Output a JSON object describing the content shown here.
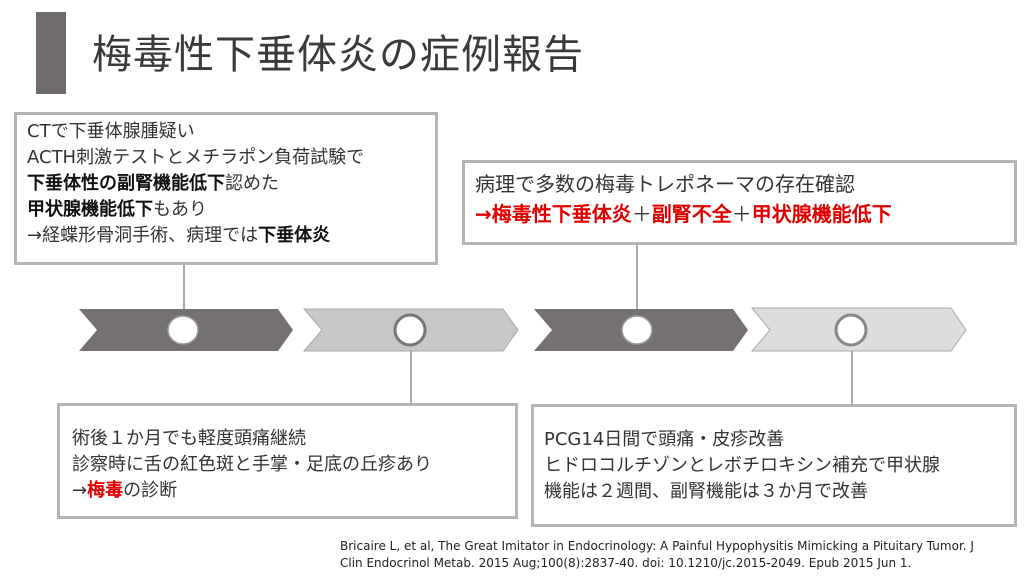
{
  "title": "梅毒性下垂体炎の症例報告",
  "box1": {
    "l1": "CTで下垂体腺腫疑い",
    "l2": "ACTH刺激テストとメチラポン負荷試験で",
    "l3b": "下垂体性の副腎機能低下",
    "l3": "認めた",
    "l4b": "甲状腺機能低下",
    "l4": "もあり",
    "l5": "→経蝶形骨洞手術、病理では",
    "l5b": "下垂体炎"
  },
  "box2": {
    "l1": "病理で多数の梅毒トレポネーマの存在確認",
    "r1": "→梅毒性下垂体炎",
    "p1": "＋",
    "r2": "副腎不全",
    "p2": "＋",
    "r3": "甲状腺機能低下"
  },
  "box3": {
    "l1": "術後１か月でも軽度頭痛継続",
    "l2": "診察時に舌の紅色斑と手掌・足底の丘疹あり",
    "l3a": "→",
    "l3r": "梅毒",
    "l3": "の診断"
  },
  "box4": {
    "l1": "PCG14日間で頭痛・皮疹改善",
    "l2": "ヒドロコルチゾンとレボチロキシン補充で甲状腺",
    "l3": "機能は２週間、副腎機能は３か月で改善"
  },
  "citation": {
    "l1": "Bricaire L, et al, The Great Imitator in Endocrinology: A Painful Hypophysitis Mimicking a Pituitary Tumor. J",
    "l2": "Clin Endocrinol Metab. 2015 Aug;100(8):2837-40. doi: 10.1210/jc.2015-2049. Epub 2015 Jun 1."
  },
  "colors": {
    "dark": "#747170",
    "mid": "#c8c7c7",
    "light": "#dedddd",
    "red": "#e00000"
  }
}
